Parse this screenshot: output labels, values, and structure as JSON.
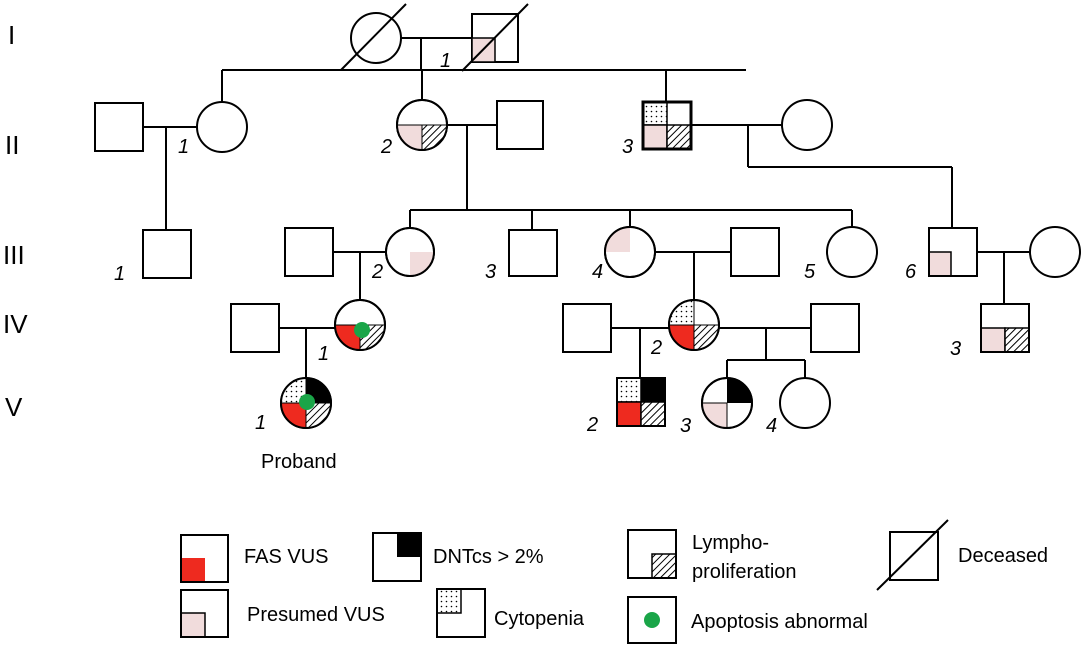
{
  "generations": [
    "I",
    "II",
    "III",
    "IV",
    "V"
  ],
  "individuals": [
    {
      "id": "I-1",
      "number": "1",
      "sex": "male",
      "deceased": true,
      "features": [
        "presumed_vus"
      ]
    },
    {
      "id": "I-wife",
      "number": "",
      "sex": "female",
      "deceased": true,
      "features": []
    },
    {
      "id": "II-1-husband",
      "number": "",
      "sex": "male",
      "features": []
    },
    {
      "id": "II-1",
      "number": "1",
      "sex": "female",
      "features": []
    },
    {
      "id": "II-2",
      "number": "2",
      "sex": "female",
      "features": [
        "presumed_vus",
        "lymphoproliferation"
      ]
    },
    {
      "id": "II-2-husband",
      "number": "",
      "sex": "male",
      "features": []
    },
    {
      "id": "II-3",
      "number": "3",
      "sex": "male",
      "features": [
        "cytopenia",
        "presumed_vus",
        "lymphoproliferation"
      ]
    },
    {
      "id": "II-3-wife",
      "number": "",
      "sex": "female",
      "features": []
    },
    {
      "id": "III-1",
      "number": "1",
      "sex": "male",
      "features": []
    },
    {
      "id": "III-2-husband",
      "number": "",
      "sex": "male",
      "features": []
    },
    {
      "id": "III-2",
      "number": "2",
      "sex": "female",
      "features": [
        "presumed_vus"
      ]
    },
    {
      "id": "III-3",
      "number": "3",
      "sex": "male",
      "features": []
    },
    {
      "id": "III-4",
      "number": "4",
      "sex": "female",
      "features": [
        "presumed_vus"
      ]
    },
    {
      "id": "III-4-husband",
      "number": "",
      "sex": "male",
      "features": []
    },
    {
      "id": "III-5",
      "number": "5",
      "sex": "female",
      "features": []
    },
    {
      "id": "III-6",
      "number": "6",
      "sex": "male",
      "features": [
        "presumed_vus"
      ]
    },
    {
      "id": "III-6-wife",
      "number": "",
      "sex": "female",
      "features": []
    },
    {
      "id": "IV-1-husband",
      "number": "",
      "sex": "male",
      "features": []
    },
    {
      "id": "IV-1",
      "number": "1",
      "sex": "female",
      "features": [
        "fas_vus",
        "lymphoproliferation",
        "apoptosis_abnormal"
      ]
    },
    {
      "id": "IV-2-husband1",
      "number": "",
      "sex": "male",
      "features": []
    },
    {
      "id": "IV-2",
      "number": "2",
      "sex": "female",
      "features": [
        "cytopenia",
        "fas_vus",
        "lymphoproliferation"
      ]
    },
    {
      "id": "IV-2-husband2",
      "number": "",
      "sex": "male",
      "features": []
    },
    {
      "id": "IV-3",
      "number": "3",
      "sex": "male",
      "features": [
        "presumed_vus",
        "lymphoproliferation"
      ]
    },
    {
      "id": "V-1",
      "number": "1",
      "sex": "female",
      "features": [
        "cytopenia",
        "dntcs",
        "fas_vus",
        "lymphoproliferation",
        "apoptosis_abnormal"
      ]
    },
    {
      "id": "V-2",
      "number": "2",
      "sex": "male",
      "features": [
        "cytopenia",
        "dntcs",
        "fas_vus",
        "lymphoproliferation"
      ]
    },
    {
      "id": "V-3",
      "number": "3",
      "sex": "female",
      "features": [
        "dntcs",
        "presumed_vus"
      ]
    },
    {
      "id": "V-4",
      "number": "4",
      "sex": "female",
      "features": []
    }
  ],
  "proband_label": "Proband",
  "legend": {
    "fas_vus": "FAS VUS",
    "dntcs": "DNTcs > 2%",
    "lympho_line1": "Lympho-",
    "lympho_line2": "proliferation",
    "deceased": "Deceased",
    "presumed_vus": "Presumed VUS",
    "cytopenia": "Cytopenia",
    "apoptosis": "Apoptosis abnormal"
  },
  "colors": {
    "fas_vus": "#ee2a1f",
    "presumed_vus": "#f1dcdc",
    "dntcs": "#000000",
    "apoptosis": "#1aa548"
  }
}
